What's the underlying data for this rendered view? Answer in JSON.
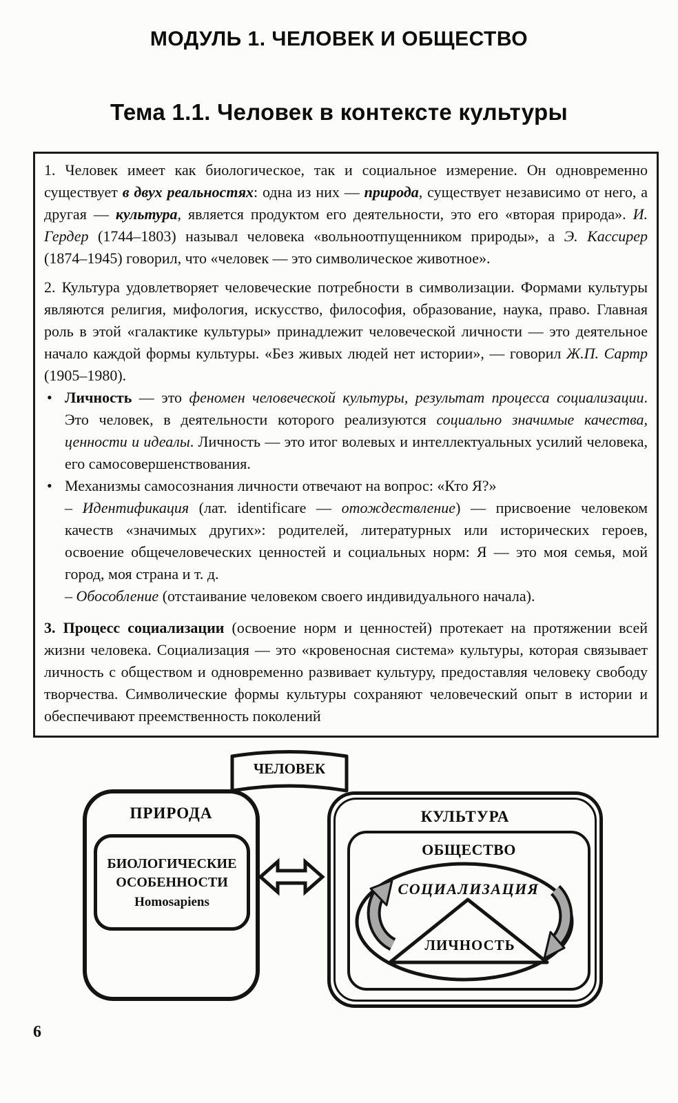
{
  "header": {
    "module_title": "МОДУЛЬ 1. ЧЕЛОВЕК И ОБЩЕСТВО",
    "topic_title": "Тема 1.1. Человек в контексте культуры"
  },
  "summary_box": {
    "paragraph_1": {
      "segments": [
        {
          "t": "1. Человек имеет как биологическое, так и социальное измерение. Он одновременно существует ",
          "s": ""
        },
        {
          "t": "в двух реальностях",
          "s": "bi"
        },
        {
          "t": ": одна из них — ",
          "s": ""
        },
        {
          "t": "природа",
          "s": "bi"
        },
        {
          "t": ", существует независимо от него, а другая — ",
          "s": ""
        },
        {
          "t": "культура",
          "s": "bi"
        },
        {
          "t": ", является продуктом его деятельности, это его «вторая природа». ",
          "s": ""
        },
        {
          "t": "И. Гердер",
          "s": "i"
        },
        {
          "t": " (1744–1803) называл человека «вольноотпущенником природы», а ",
          "s": ""
        },
        {
          "t": "Э. Кассирер",
          "s": "i"
        },
        {
          "t": " (1874–1945) говорил, что «человек — это символическое животное».",
          "s": ""
        }
      ]
    },
    "paragraph_2": {
      "segments": [
        {
          "t": "2. Культура удовлетворяет человеческие потребности в символизации. Формами культуры являются религия, мифология, искусство, философия, образование, наука, право. Главная роль в этой «галактике культуры» принадлежит человеческой личности — это деятельное начало каждой формы культуры. «Без живых людей нет истории», — говорил ",
          "s": ""
        },
        {
          "t": "Ж.П. Сартр",
          "s": "i"
        },
        {
          "t": " (1905–1980).",
          "s": ""
        }
      ]
    },
    "bullets": {
      "marker": "•",
      "item_1": {
        "segments": [
          {
            "t": "Личность",
            "s": "b"
          },
          {
            "t": " — это ",
            "s": ""
          },
          {
            "t": "феномен человеческой культуры, результат процесса социализации",
            "s": "i"
          },
          {
            "t": ". Это человек, в деятельности которого реализуются ",
            "s": ""
          },
          {
            "t": "социально значимые качества, ценности и идеалы",
            "s": "i"
          },
          {
            "t": ". Личность — это итог волевых и интеллектуальных усилий человека, его самосовершенствования.",
            "s": ""
          }
        ]
      },
      "item_2": {
        "lead": {
          "segments": [
            {
              "t": "Механизмы самосознания личности отвечают на вопрос: «Кто Я?»",
              "s": ""
            }
          ]
        },
        "sub_1": {
          "segments": [
            {
              "t": "– ",
              "s": ""
            },
            {
              "t": "Идентификация",
              "s": "i"
            },
            {
              "t": " (лат. identificare — ",
              "s": ""
            },
            {
              "t": "отождествление",
              "s": "i"
            },
            {
              "t": ") — присвоение человеком качеств «значимых других»: родителей, литературных или исторических героев, освоение общечеловеческих ценностей и социальных норм: Я — это моя семья, мой город, моя страна и т. д.",
              "s": ""
            }
          ]
        },
        "sub_2": {
          "segments": [
            {
              "t": "– ",
              "s": ""
            },
            {
              "t": "Обособление",
              "s": "i"
            },
            {
              "t": " (отстаивание человеком своего индивидуального начала).",
              "s": ""
            }
          ]
        }
      }
    },
    "paragraph_3": {
      "segments": [
        {
          "t": "3. Процесс социализации",
          "s": "b"
        },
        {
          "t": " (освоение норм и ценностей) протекает на протяжении всей жизни человека. Социализация — это «кровеносная система» культуры, которая связывает личность с обществом и одновременно развивает культуру, предоставляя человеку свободу творчества. Символические формы культуры сохраняют человеческий опыт в истории и обеспечивают преемственность поколений",
          "s": ""
        }
      ]
    }
  },
  "diagram": {
    "human_label": "ЧЕЛОВЕК",
    "nature_title": "ПРИРОДА",
    "biological_label": "БИОЛОГИЧЕСКИЕ ОСОБЕННОСТИ",
    "species_label": "Homosapiens",
    "culture_title": "КУЛЬТУРА",
    "society_label": "ОБЩЕСТВО",
    "socialization_label": "СОЦИАЛИЗАЦИЯ",
    "personality_label": "ЛИЧНОСТЬ",
    "line_color": "#141414",
    "cycle_arrow_fill": "#a8a8a8"
  },
  "footer": {
    "page_number": "6"
  }
}
